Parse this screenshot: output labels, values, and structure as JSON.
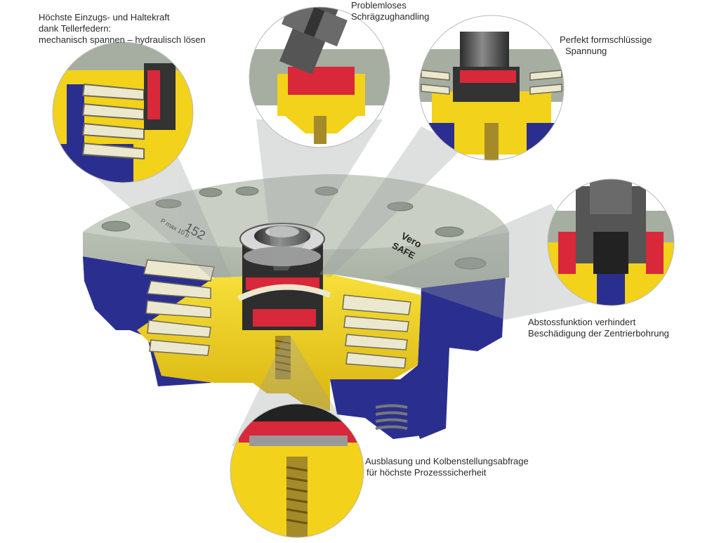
{
  "colors": {
    "housing_blue": "#2a2f8f",
    "piston_yellow": "#f2d21a",
    "flange_grey": "#b9c0b4",
    "spring_cream": "#ece8cf",
    "red_seal": "#d8283a",
    "steel_dark": "#3a3a3a",
    "beam_grey": "#c9c9c9"
  },
  "callouts": [
    {
      "id": "top-left",
      "lines": [
        "Höchste Einzugs- und Haltekraft",
        "dank Tellerfedern:",
        "mechanisch spannen – hydraulisch lösen"
      ]
    },
    {
      "id": "top-center",
      "lines": [
        "Problemloses",
        "Schrägzughandling"
      ]
    },
    {
      "id": "top-right",
      "lines": [
        "Perfekt formschlüssige",
        "Spannung"
      ]
    },
    {
      "id": "right",
      "lines": [
        "Abstossfunktion verhindert",
        "Beschädigung der Zentrierbohrung"
      ]
    },
    {
      "id": "bottom",
      "lines": [
        "Ausblasung und Kolbenstellungsabfrage",
        "für höchste Prozesssicherheit"
      ]
    }
  ],
  "product_marking": {
    "engraving": "152",
    "engraving_small": "P max 10 b",
    "badge_brand": "Vero",
    "badge_model": "SAFE"
  }
}
